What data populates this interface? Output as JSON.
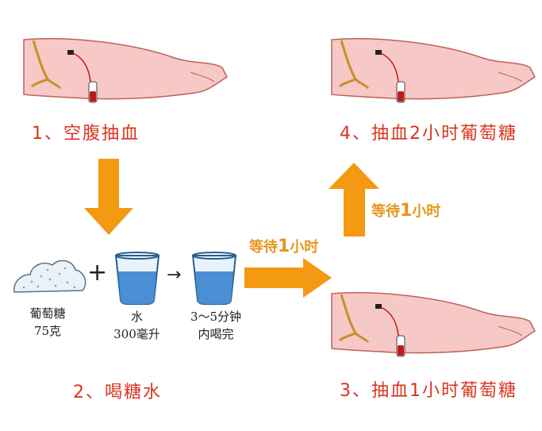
{
  "steps": {
    "step1": "1、空腹抽血",
    "step2": "2、喝糖水",
    "step3": "3、抽血1小时葡萄糖",
    "step4": "4、抽血2小时葡萄糖"
  },
  "ingredients": {
    "glucose_line1": "葡萄糖",
    "glucose_line2": "75克",
    "water_line1": "水",
    "water_line2": "300毫升",
    "drink_line1": "3～5分钟",
    "drink_line2": "内喝完"
  },
  "operators": {
    "plus": "+",
    "arrow": "→"
  },
  "waits": {
    "wait_right": {
      "pre": "等待",
      "num": "1",
      "post": "小时"
    },
    "wait_up": {
      "pre": "等待",
      "num": "1",
      "post": "小时"
    }
  },
  "colors": {
    "step_text": "#d9341f",
    "arrow": "#f39a12",
    "wait_text": "#e6951c",
    "skin": "#f6c9c6",
    "skin_outline": "#c0605a",
    "water": "#4a8fd3",
    "string": "#c8902a",
    "blood": "#c21818"
  }
}
